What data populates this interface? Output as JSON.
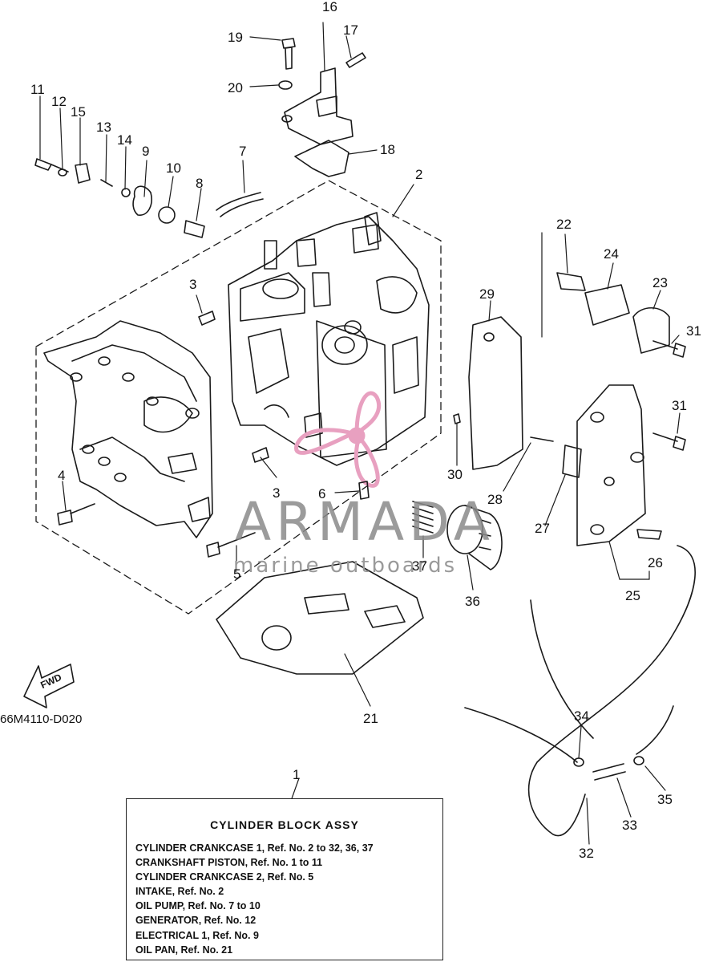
{
  "drawing_code": "66M4110-D020",
  "watermark": {
    "brand": "ARMADA",
    "tagline": "marine outboards",
    "accent_color": "#e8a0c0"
  },
  "legend": {
    "ref_number": "1",
    "title": "CYLINDER  BLOCK ASSY",
    "lines": [
      "CYLINDER CRANKCASE 1, Ref. No. 2 to 32, 36, 37",
      "CRANKSHAFT PISTON, Ref. No. 1 to 11",
      "CYLINDER CRANKCASE 2, Ref. No. 5",
      "INTAKE, Ref. No. 2",
      "OIL PUMP,  Ref. No. 7 to 10",
      "GENERATOR, Ref. No. 12",
      "ELECTRICAL 1, Ref. No. 9",
      "OIL PAN,  Ref. No. 21"
    ]
  },
  "fwd_label": "FWD",
  "part_labels": [
    "1",
    "2",
    "3",
    "3",
    "4",
    "5",
    "6",
    "7",
    "8",
    "9",
    "10",
    "11",
    "12",
    "13",
    "14",
    "15",
    "16",
    "17",
    "18",
    "19",
    "20",
    "21",
    "22",
    "23",
    "24",
    "25",
    "26",
    "27",
    "28",
    "29",
    "30",
    "31",
    "31",
    "32",
    "33",
    "34",
    "35",
    "36",
    "37"
  ]
}
